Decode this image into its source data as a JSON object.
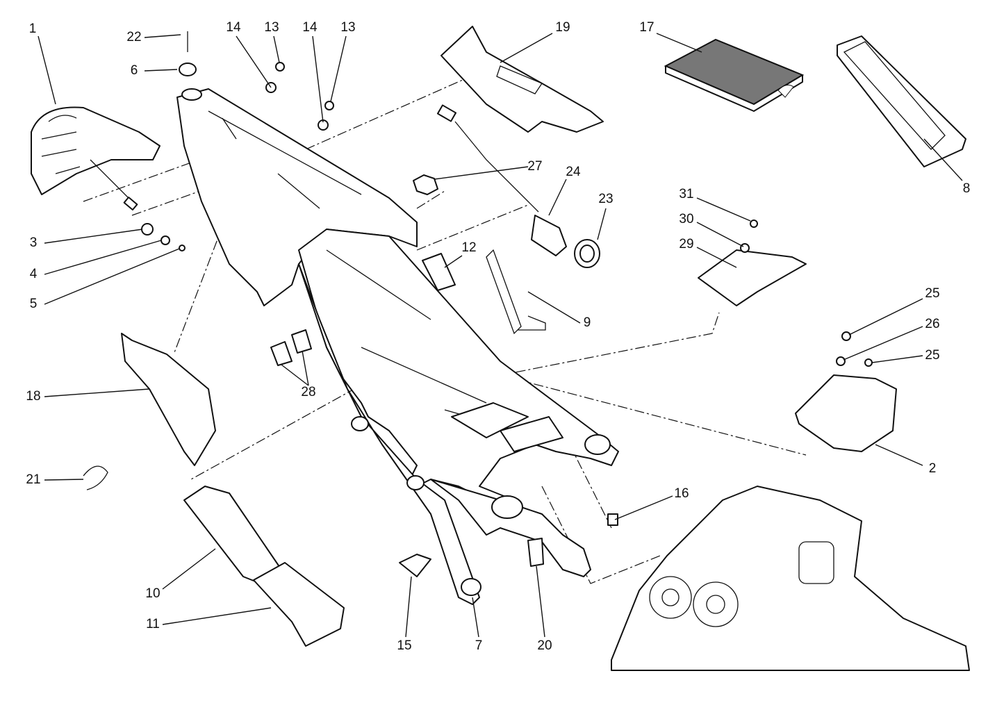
{
  "diagram": {
    "type": "exploded-parts-diagram",
    "callouts": [
      "1",
      "22",
      "6",
      "14",
      "13",
      "14",
      "13",
      "19",
      "17",
      "8",
      "27",
      "24",
      "23",
      "12",
      "9",
      "31",
      "30",
      "29",
      "25",
      "26",
      "25",
      "2",
      "3",
      "4",
      "5",
      "18",
      "28",
      "21",
      "16",
      "10",
      "11",
      "15",
      "7",
      "20"
    ]
  }
}
